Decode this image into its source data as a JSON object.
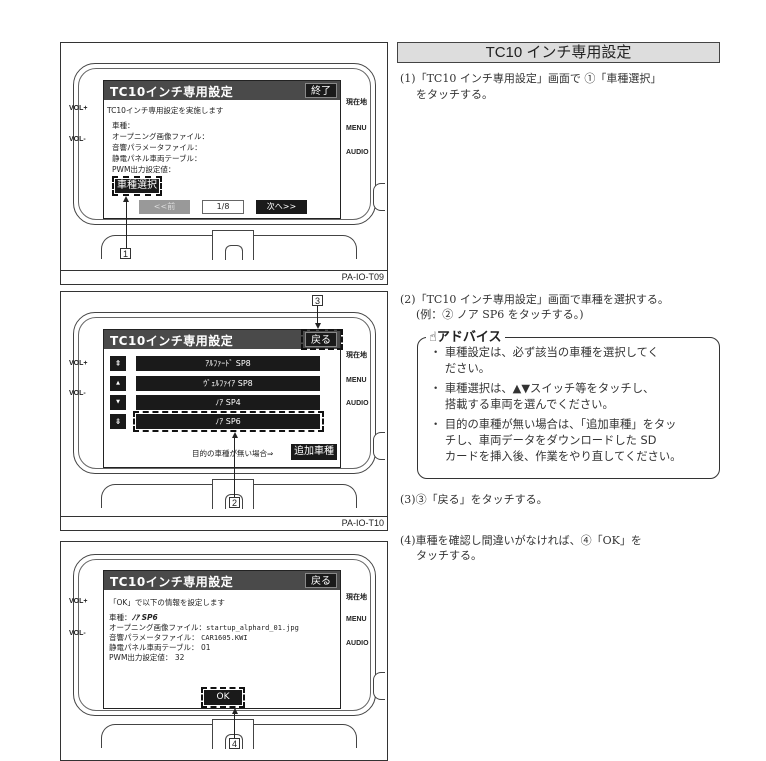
{
  "section_title": "TC10 インチ専用設定",
  "device": {
    "vol_plus": "VOL+",
    "vol_minus": "VOL-",
    "current": "現在地",
    "menu": "MENU",
    "audio": "AUDIO"
  },
  "panel1": {
    "title": "TC10インチ専用設定",
    "close": "終了",
    "intro": "TC10インチ専用設定を実施します",
    "fields": [
      "車種：",
      "オープニング画像ファイル：",
      "音響パラメータファイル：",
      "静電パネル車両テーブル：",
      "PWM出力設定値："
    ],
    "select_button": "車種選択",
    "prev": "<<前",
    "page": "1/8",
    "next": "次へ>>",
    "callout": "1",
    "caption": "PA-IO-T09"
  },
  "panel2": {
    "title": "TC10インチ専用設定",
    "back": "戻る",
    "scroll_icons": [
      "⇞",
      "▲",
      "▼",
      "⇟"
    ],
    "vehicles": [
      "ｱﾙﾌｧｰﾄﾞ SP8",
      "ｳﾞｪﾙﾌｧｲｱ SP8",
      "ﾉｱ SP4",
      "ﾉｱ SP6"
    ],
    "no_vehicle": "目的の車種が無い場合⇒",
    "add_button": "追加車種",
    "callout_back": "3",
    "callout_row": "2",
    "caption": "PA-IO-T10"
  },
  "panel3": {
    "title": "TC10インチ専用設定",
    "back": "戻る",
    "intro": "「OK」で以下の情報を設定します",
    "fields": [
      {
        "label": "車種：",
        "value": "ﾉｱ SP6"
      },
      {
        "label": "オープニング画像ファイル：",
        "value": "startup_alphard_01.jpg"
      },
      {
        "label": "音響パラメータファイル：",
        "value": "CAR1605.KWI"
      },
      {
        "label": "静電パネル車両テーブル：",
        "value": "01"
      },
      {
        "label": "PWM出力設定値：",
        "value": "32"
      }
    ],
    "ok": "OK",
    "callout": "4"
  },
  "steps": {
    "s1a": "(1)「TC10 インチ専用設定」画面で ①「車種選択」",
    "s1b": "をタッチする。",
    "s2a": "(2)「TC10 インチ専用設定」画面で車種を選択する。",
    "s2b": "(例：② ノア SP6 をタッチする。)",
    "s3": "(3)③「戻る」をタッチする。",
    "s4a": "(4)車種を確認し間違いがなければ、④「OK」を",
    "s4b": "タッチする。"
  },
  "advice": {
    "title": "アドバイス",
    "lines": [
      "・ 車種設定は、必ず該当の車種を選択してく",
      "　 ださい。",
      "・ 車種選択は、▲▼スイッチ等をタッチし、",
      "　 搭載する車両を選んでください。",
      "・ 目的の車種が無い場合は、「追加車種」をタッ",
      "　 チし、車両データをダウンロードした SD",
      "　 カードを挿入後、作業をやり直してください。"
    ]
  }
}
